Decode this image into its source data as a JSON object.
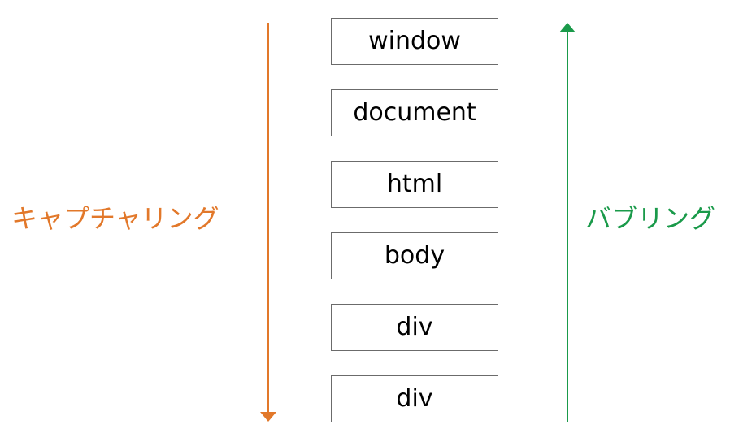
{
  "nodes": [
    "window",
    "document",
    "html",
    "body",
    "div",
    "div"
  ],
  "capturing": {
    "label": "キャプチャリング",
    "color": "#e2782a"
  },
  "bubbling": {
    "label": "バブリング",
    "color": "#1a9a4a"
  }
}
